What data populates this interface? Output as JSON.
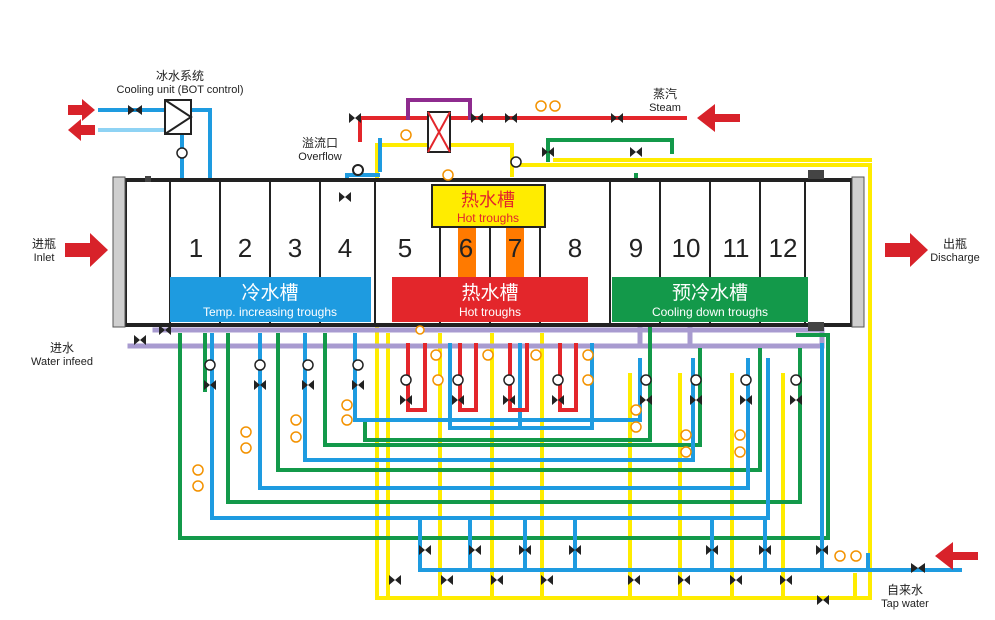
{
  "labels": {
    "cooling_unit_cn": "冰水系统",
    "cooling_unit_en": "Cooling unit (BOT control)",
    "overflow_cn": "溢流口",
    "overflow_en": "Overflow",
    "steam_cn": "蒸汽",
    "steam_en": "Steam",
    "hot_tank_cn": "热水槽",
    "hot_tank_en": "Hot troughs",
    "inlet_cn": "进瓶",
    "inlet_en": "Inlet",
    "discharge_cn": "出瓶",
    "discharge_en": "Discharge",
    "water_infeed_cn": "进水",
    "water_infeed_en": "Water infeed",
    "tap_water_cn": "自来水",
    "tap_water_en": "Tap water"
  },
  "zones": [
    {
      "name_cn": "冷水槽",
      "name_en": "Temp. increasing troughs",
      "color": "#1e9be0"
    },
    {
      "name_cn": "热水槽",
      "name_en": "Hot troughs",
      "color": "#e3262b"
    },
    {
      "name_cn": "预冷水槽",
      "name_en": "Cooling down troughs",
      "color": "#13994a"
    }
  ],
  "chambers": [
    "1",
    "2",
    "3",
    "4",
    "5",
    "6",
    "7",
    "8",
    "9",
    "10",
    "11",
    "12"
  ],
  "colors": {
    "cold_pipe": "#1e9be0",
    "hot_pipe": "#e3262b",
    "cool_pipe": "#13994a",
    "steam_pipe": "#ffec00",
    "infeed_pipe": "#a89bd0",
    "overflow_pipe": "#8e2b8e",
    "arrow": "#d8222a",
    "gauge": "#f39200"
  }
}
